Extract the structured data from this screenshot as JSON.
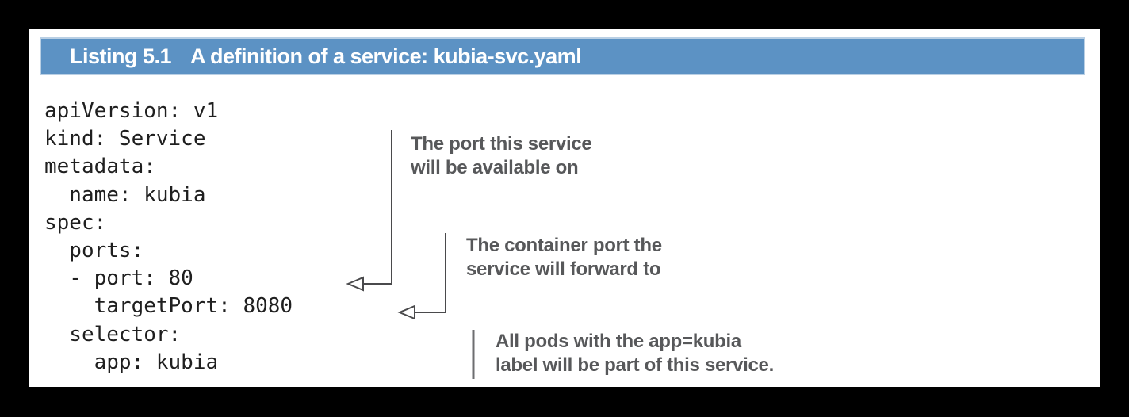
{
  "header": {
    "label": "Listing 5.1",
    "title": "A definition of a service: kubia-svc.yaml",
    "bar_color": "#5c92c4",
    "bar_border_color": "#b9cfe4",
    "text_color": "#ffffff"
  },
  "code": {
    "filename": "kubia-svc.yaml",
    "text": "apiVersion: v1\nkind: Service\nmetadata:\n  name: kubia\nspec:\n  ports:\n  - port: 80\n    targetPort: 8080\n  selector:\n    app: kubia",
    "lines": [
      "apiVersion: v1",
      "kind: Service",
      "metadata:",
      "  name: kubia",
      "spec:",
      "  ports:",
      "  - port: 80",
      "    targetPort: 8080",
      "  selector:",
      "    app: kubia"
    ],
    "text_color": "#1f1f1f"
  },
  "annotations": {
    "port": "The port this service\nwill be available on",
    "target_port": "The container port the\nservice will forward to",
    "selector": "All pods with the app=kubia\nlabel will be part of this service.",
    "text_color": "#57585a",
    "line_color": "#4a4a4c"
  },
  "page": {
    "background": "#ffffff",
    "outer_border_color": "#000000"
  }
}
